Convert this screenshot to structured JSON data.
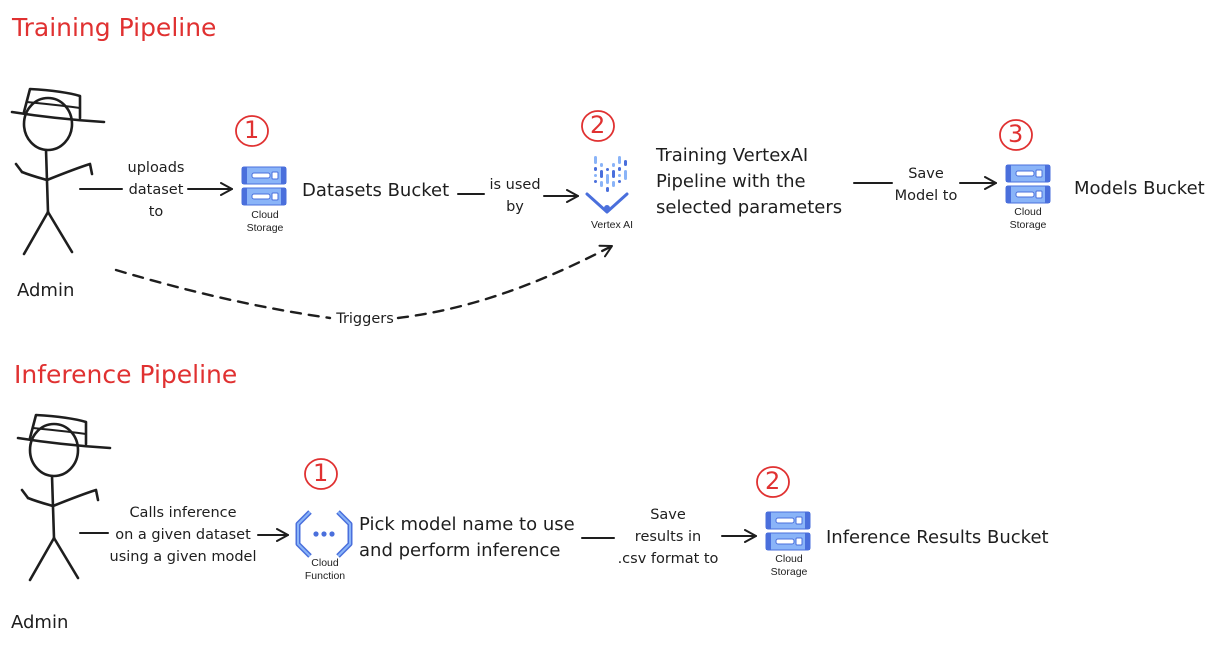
{
  "training": {
    "heading": "Training Pipeline",
    "actor": "Admin",
    "step1_num": "1",
    "step2_num": "2",
    "step3_num": "3",
    "edge_upload": [
      "uploads",
      "dataset",
      "to"
    ],
    "edge_used": [
      "is used",
      "by"
    ],
    "edge_save": [
      "Save",
      "Model to"
    ],
    "edge_triggers": "Triggers",
    "datasets_bucket": "Datasets Bucket",
    "storage1": [
      "Cloud",
      "Storage"
    ],
    "vertex_icon_label": "Vertex AI",
    "pipeline_text": [
      "Training VertexAI",
      "Pipeline with the",
      "selected parameters"
    ],
    "storage2": [
      "Cloud",
      "Storage"
    ],
    "models_bucket": "Models Bucket"
  },
  "inference": {
    "heading": "Inference Pipeline",
    "actor": "Admin",
    "step1_num": "1",
    "step2_num": "2",
    "edge_calls": [
      "Calls inference",
      "on a given dataset",
      "using a given model"
    ],
    "function_label": [
      "Cloud",
      "Function"
    ],
    "pick_text": [
      "Pick model name to use",
      "and perform inference"
    ],
    "edge_save": [
      "Save",
      "results in",
      ".csv format to"
    ],
    "storage": [
      "Cloud",
      "Storage"
    ],
    "results_bucket": "Inference Results Bucket"
  },
  "colors": {
    "heading": "#e03131",
    "icon_blue": "#8ab4f8",
    "icon_dark": "#4a6fdc",
    "stroke": "#1e1e1e"
  }
}
